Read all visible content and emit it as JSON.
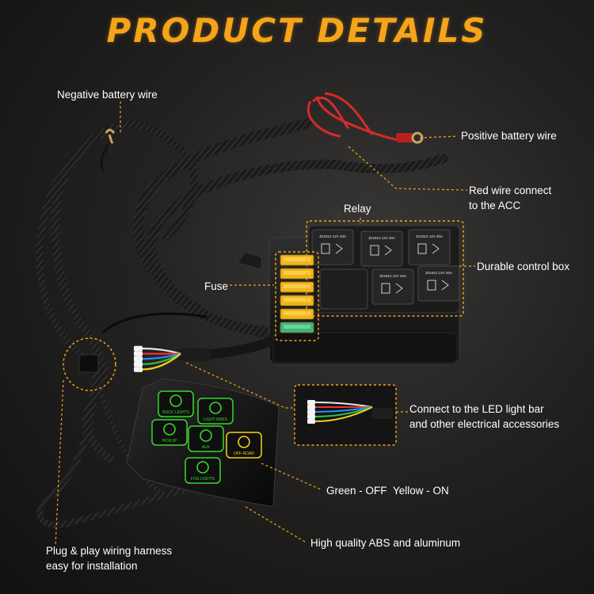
{
  "title": "PRODUCT DETAILS",
  "callouts": {
    "negative": "Negative battery wire",
    "positive": "Positive battery wire",
    "red_wire_1": "Red wire connect",
    "red_wire_2": "to the ACC",
    "relay": "Relay",
    "control_box": "Durable control box",
    "fuse": "Fuse",
    "led_1": "Connect to the LED light bar",
    "led_2": "and other electrical accessories",
    "green_off": "Green - OFF",
    "yellow_on": "Yellow - ON",
    "abs": "High quality ABS and aluminum",
    "plug_1": "Plug & play wiring harness",
    "plug_2": "easy for installation"
  },
  "relay_label": "JD1912 12V 40A",
  "panel_buttons": [
    "ROCK LIGHTS",
    "LIGHT BARS",
    "PICKUP",
    "AUX",
    "OFF-ROAD",
    "FOG LIGHTS"
  ],
  "colors": {
    "title": "#f6a41a",
    "leader": "#f6a41a",
    "button_off": "#39d62f",
    "button_on": "#f4d21a"
  }
}
